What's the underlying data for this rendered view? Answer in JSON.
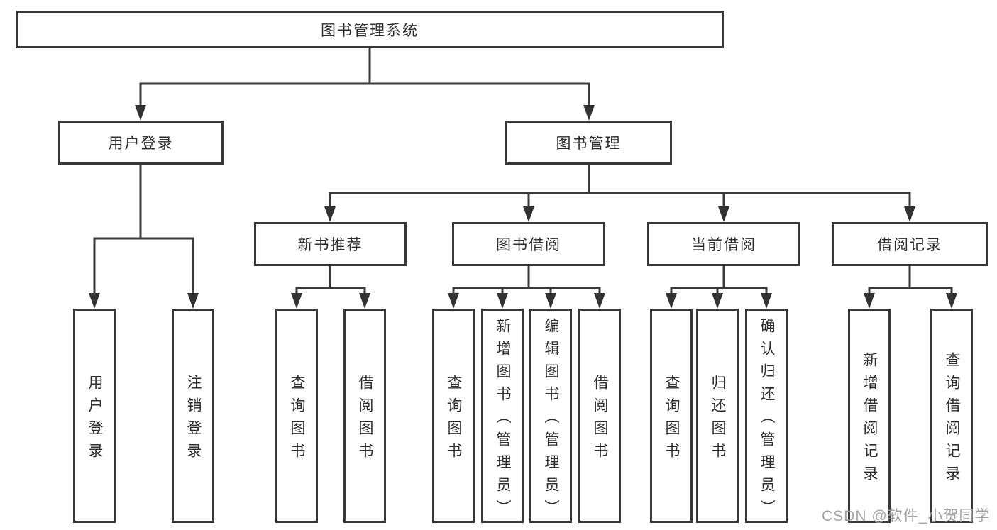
{
  "root": {
    "label": "图书管理系统"
  },
  "level2": {
    "user_login": {
      "label": "用户登录"
    },
    "book_management": {
      "label": "图书管理"
    }
  },
  "level3": {
    "new_book_recommend": {
      "label": "新书推荐"
    },
    "book_borrowing": {
      "label": "图书借阅"
    },
    "current_borrowing": {
      "label": "当前借阅"
    },
    "borrowing_records": {
      "label": "借阅记录"
    }
  },
  "leaves": {
    "user_login": {
      "label": "用户登录"
    },
    "logout": {
      "label": "注销登录"
    },
    "nb_query_books": {
      "label": "查询图书"
    },
    "nb_borrow_books": {
      "label": "借阅图书"
    },
    "bb_query_books": {
      "label": "查询图书"
    },
    "bb_add_books": {
      "label": "新增图书（管理员）"
    },
    "bb_edit_books": {
      "label": "编辑图书（管理员）"
    },
    "bb_borrow_books": {
      "label": "借阅图书"
    },
    "cb_query_books": {
      "label": "查询图书"
    },
    "cb_return_books": {
      "label": "归还图书"
    },
    "cb_confirm_return": {
      "label": "确认归还（管理员）"
    },
    "br_add_record": {
      "label": "新增借阅记录"
    },
    "br_query_record": {
      "label": "查询借阅记录"
    }
  },
  "watermark": {
    "text": "CSDN @软件_小贺同学"
  },
  "style": {
    "line_color": "#3a3a3a",
    "border_color": "#383838",
    "text_color": "#2e2e2e",
    "watermark_color": "#9e9e9e",
    "background": "#ffffff"
  }
}
